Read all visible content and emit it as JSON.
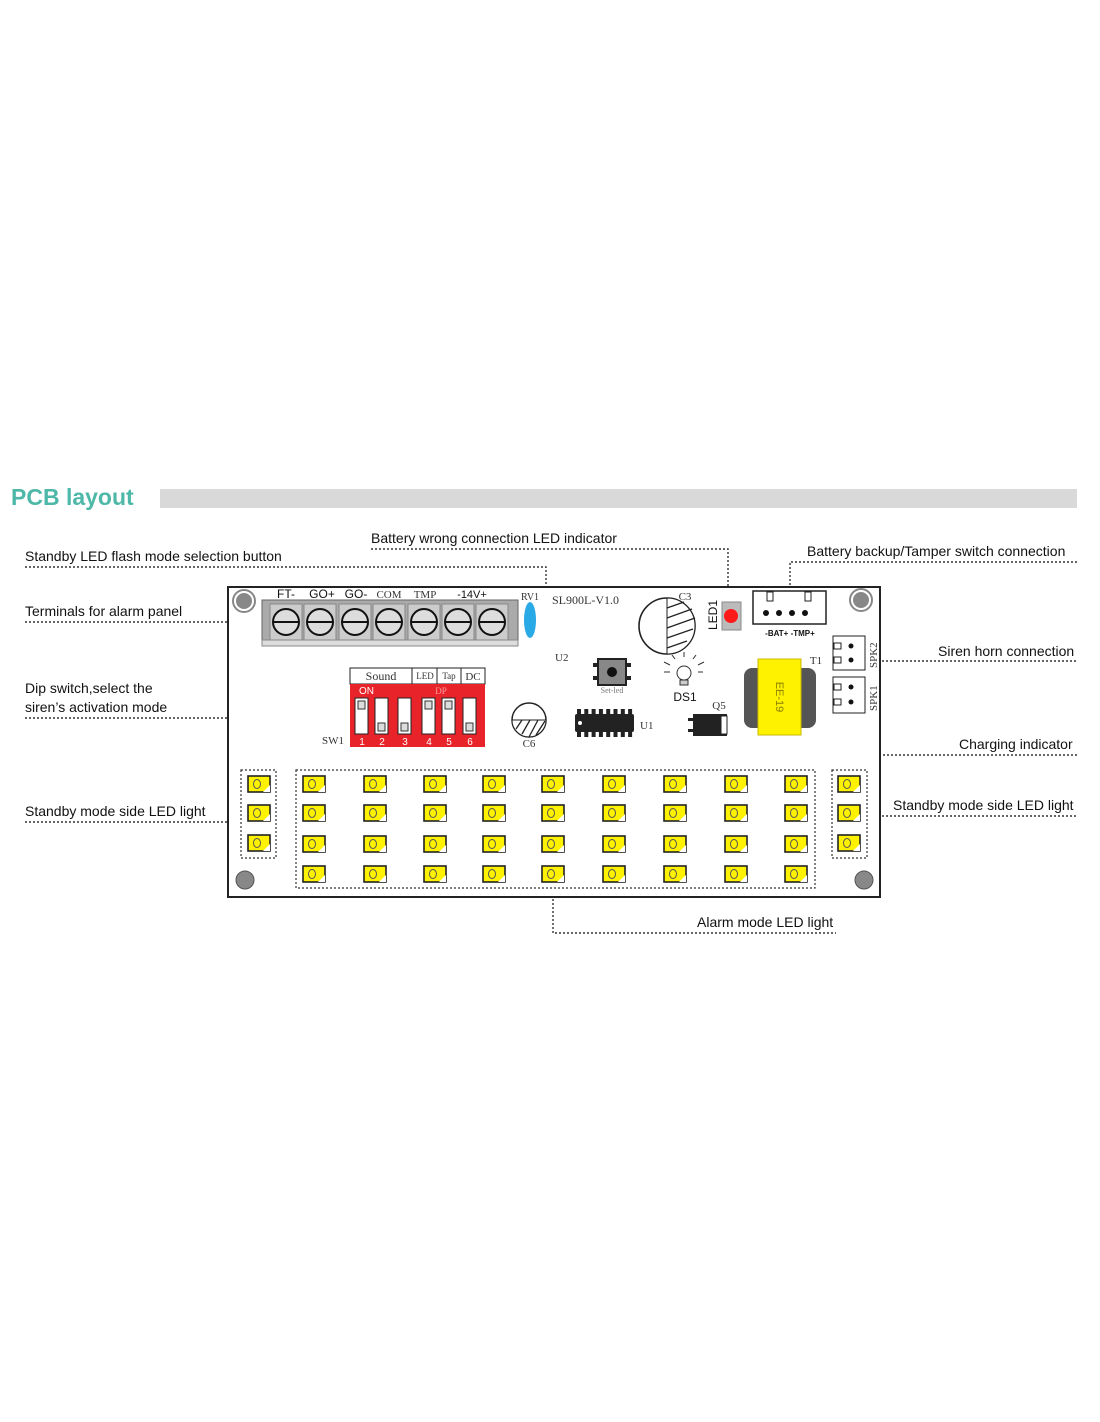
{
  "header": {
    "title": "PCB layout",
    "title_color": "#4db8a8",
    "bar_color": "#d9d9d9"
  },
  "callouts": {
    "battery_wrong": "Battery wrong connection LED indicator",
    "standby_flash": "Standby LED flash mode selection button",
    "battery_backup": "Battery backup/Tamper switch connection",
    "terminals": "Terminals for alarm panel",
    "siren_horn": "Siren horn connection",
    "dip_line1": "Dip switch,select the",
    "dip_line2": "siren’s activation mode",
    "charging": "Charging indicator",
    "standby_left": "Standby mode side LED light",
    "standby_right": "Standby mode side LED light",
    "alarm_led": "Alarm mode LED light"
  },
  "board": {
    "model": "SL900L-V1.0",
    "terminals": [
      "FT-",
      "GO+",
      "GO-",
      "COM",
      "TMP",
      "-14V+"
    ],
    "rv1": "RV1",
    "c3": "C3",
    "led1": "LED1",
    "connector_label": "-BAT+ -TMP+",
    "spk2": "SPK2",
    "spk1": "SPK1",
    "t1": "T1",
    "transformer": "EE-19",
    "u2": "U2",
    "set_led": "Set-led",
    "ds1": "DS1",
    "q5": "Q5",
    "u1": "U1",
    "c6": "C6",
    "sw1": "SW1",
    "dip_header": [
      "Sound",
      "LED",
      "Tap",
      "DC"
    ],
    "dip_on": "ON",
    "dip_dp": "DP",
    "dip_numbers": [
      "1",
      "2",
      "3",
      "4",
      "5",
      "6"
    ],
    "dip_states": [
      "up",
      "down",
      "down",
      "up",
      "up",
      "down"
    ],
    "colors": {
      "red": "#e8232a",
      "yellow": "#fff200",
      "blue": "#29a9e6",
      "led_red": "#ff1a1a"
    }
  }
}
